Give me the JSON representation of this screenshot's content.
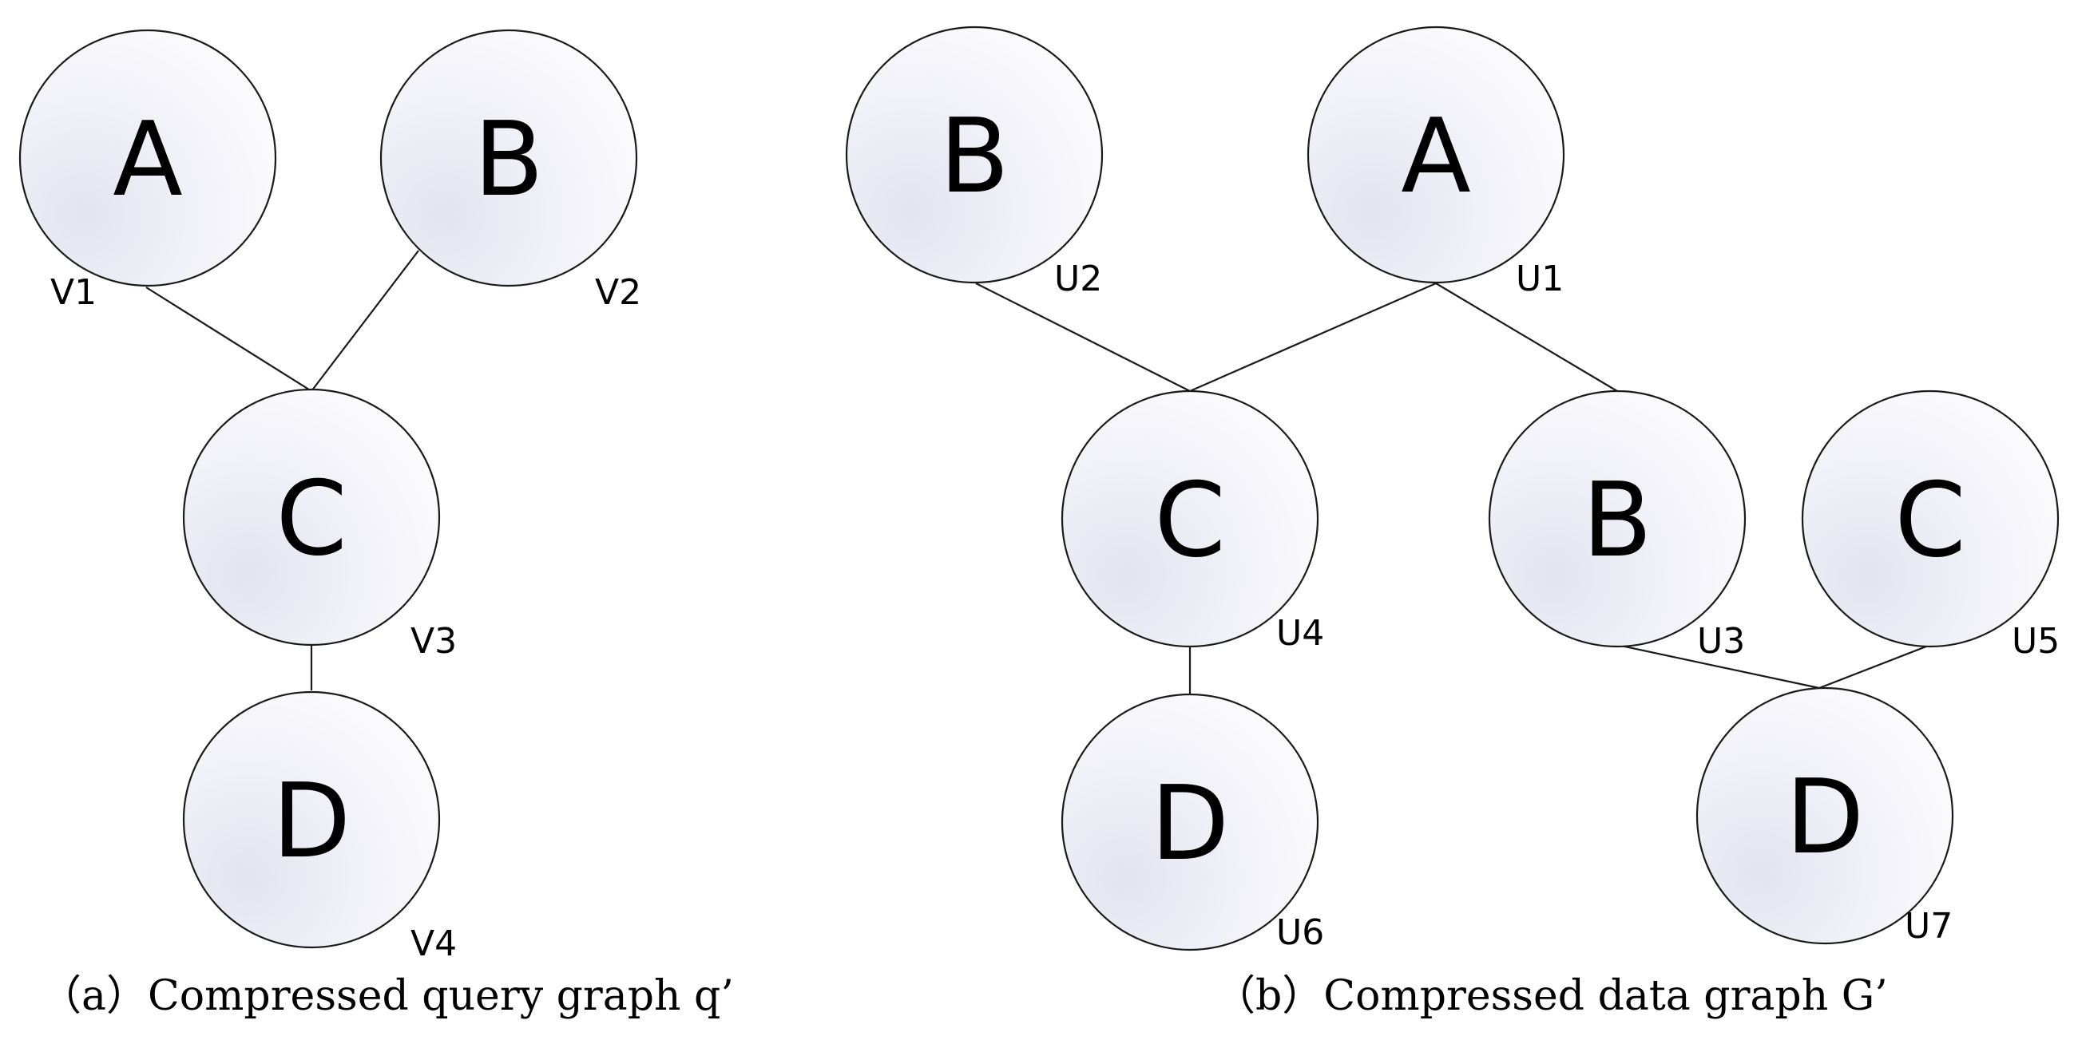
{
  "figure": {
    "panels": [
      {
        "key": "a",
        "caption": "（a）Compressed query graph q’",
        "nodes": [
          {
            "id": "v1",
            "letter": "A",
            "tag": "V1"
          },
          {
            "id": "v2",
            "letter": "B",
            "tag": "V2"
          },
          {
            "id": "v3",
            "letter": "C",
            "tag": "V3"
          },
          {
            "id": "v4",
            "letter": "D",
            "tag": "V4"
          }
        ],
        "edges": [
          [
            "v1",
            "v3"
          ],
          [
            "v2",
            "v3"
          ],
          [
            "v3",
            "v4"
          ]
        ]
      },
      {
        "key": "b",
        "caption": "（b）Compressed data graph G’",
        "nodes": [
          {
            "id": "u1",
            "letter": "A",
            "tag": "U1"
          },
          {
            "id": "u2",
            "letter": "B",
            "tag": "U2"
          },
          {
            "id": "u3",
            "letter": "B",
            "tag": "U3"
          },
          {
            "id": "u4",
            "letter": "C",
            "tag": "U4"
          },
          {
            "id": "u5",
            "letter": "C",
            "tag": "U5"
          },
          {
            "id": "u6",
            "letter": "D",
            "tag": "U6"
          },
          {
            "id": "u7",
            "letter": "D",
            "tag": "U7"
          }
        ],
        "edges": [
          [
            "u2",
            "u4"
          ],
          [
            "u1",
            "u4"
          ],
          [
            "u1",
            "u3"
          ],
          [
            "u4",
            "u6"
          ],
          [
            "u3",
            "u7"
          ],
          [
            "u5",
            "u7"
          ]
        ]
      }
    ]
  }
}
